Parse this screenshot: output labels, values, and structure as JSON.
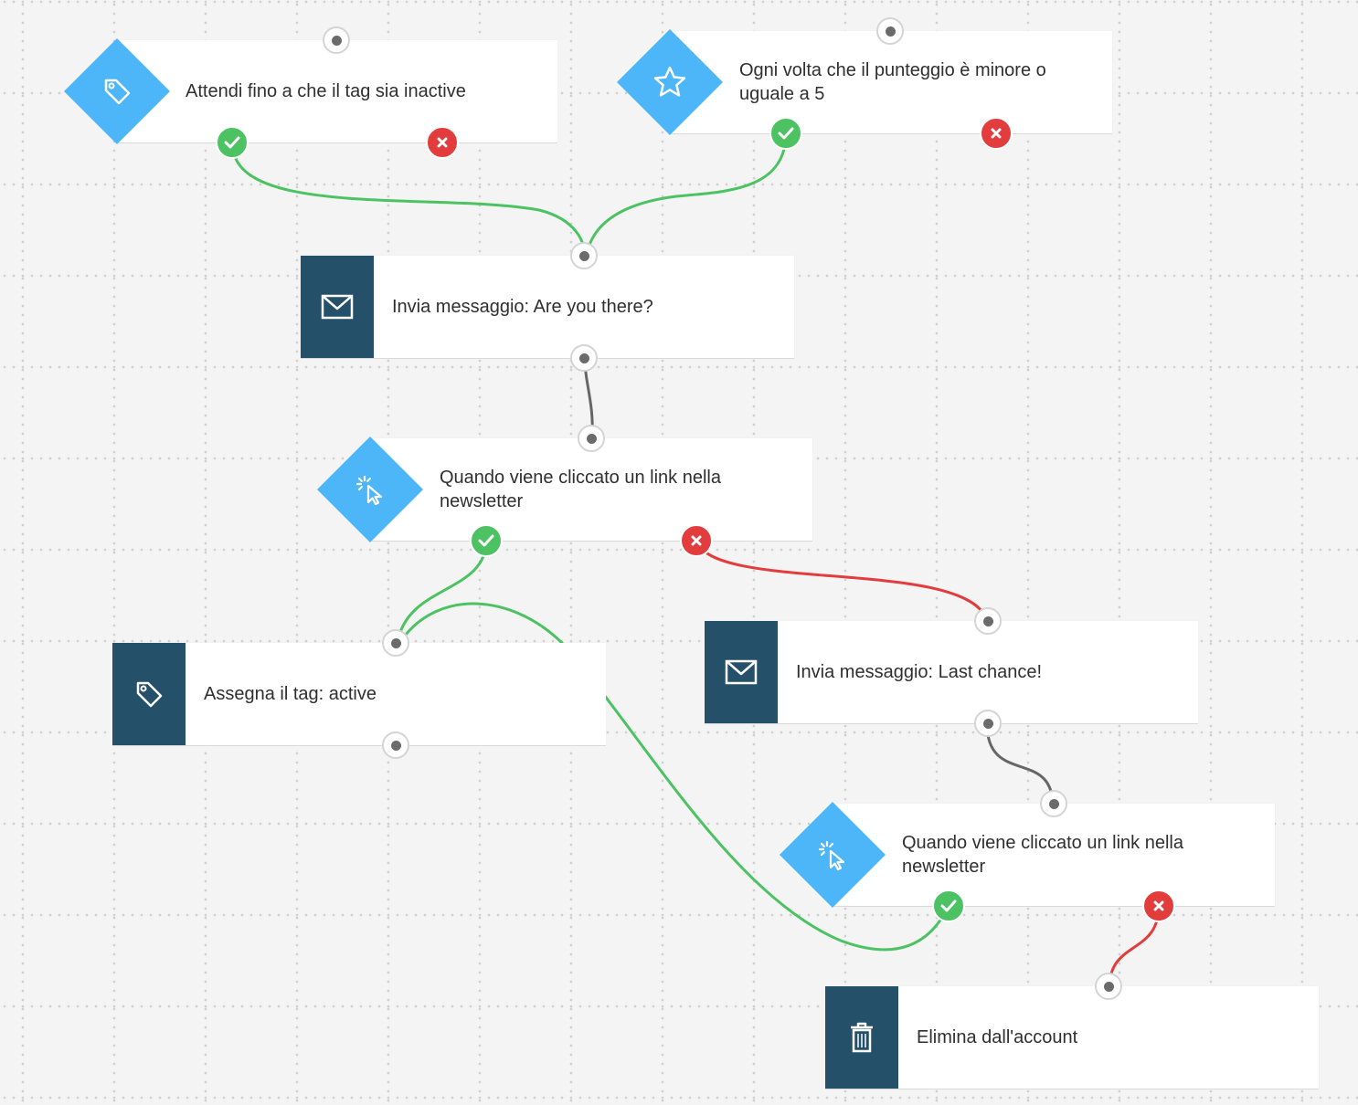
{
  "nodes": {
    "wait_tag": {
      "label": "Attendi fino a che il tag sia inactive",
      "icon": "tag-icon",
      "type": "condition"
    },
    "score": {
      "label": "Ogni volta che il punteggio è minore o uguale a 5",
      "icon": "star-icon",
      "type": "condition"
    },
    "send_are_you_there": {
      "label": "Invia messaggio: Are you there?",
      "icon": "envelope-icon",
      "type": "action"
    },
    "click_link_1": {
      "label": "Quando viene cliccato un link nella newsletter",
      "icon": "cursor-click-icon",
      "type": "condition"
    },
    "assign_tag": {
      "label": "Assegna il tag: active",
      "icon": "tag-icon",
      "type": "action"
    },
    "send_last_chance": {
      "label": "Invia messaggio: Last chance!",
      "icon": "envelope-icon",
      "type": "action"
    },
    "click_link_2": {
      "label": "Quando viene cliccato un link nella newsletter",
      "icon": "cursor-click-icon",
      "type": "condition"
    },
    "delete_account": {
      "label": "Elimina dall'account",
      "icon": "trash-icon",
      "type": "action"
    }
  },
  "colors": {
    "condition_diamond": "#4db6f8",
    "action_sidebar": "#24506a",
    "yes_connector": "#4cc262",
    "no_connector": "#e23c3c",
    "neutral_connector": "#666666"
  }
}
